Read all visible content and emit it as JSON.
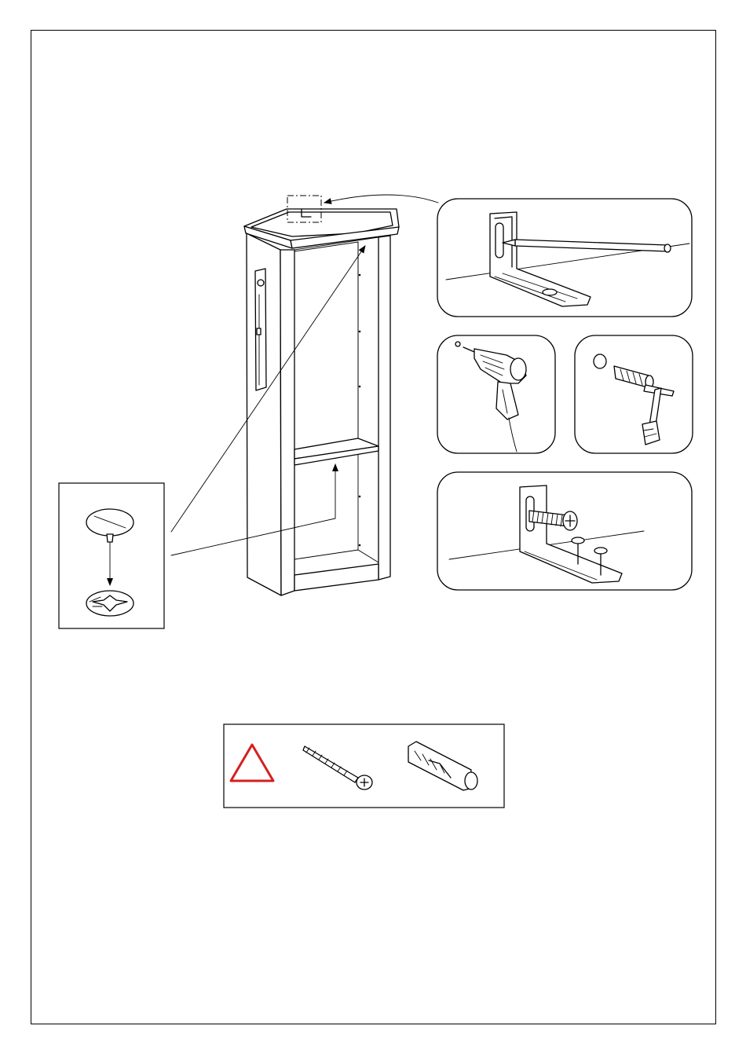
{
  "page": {
    "type": "assembly-instruction-step",
    "text_visible": false
  },
  "illustration": {
    "main": "cabinet-wall-fixing",
    "details": [
      "wall-bracket-marking",
      "drilling",
      "dowel-insertion",
      "bracket-screwing",
      "shelf-support-pin"
    ]
  },
  "hardware_panel": {
    "icons": [
      "warning-triangle-icon",
      "wall-screw-icon",
      "wall-plug-icon"
    ],
    "warning_color": "#d42020"
  }
}
